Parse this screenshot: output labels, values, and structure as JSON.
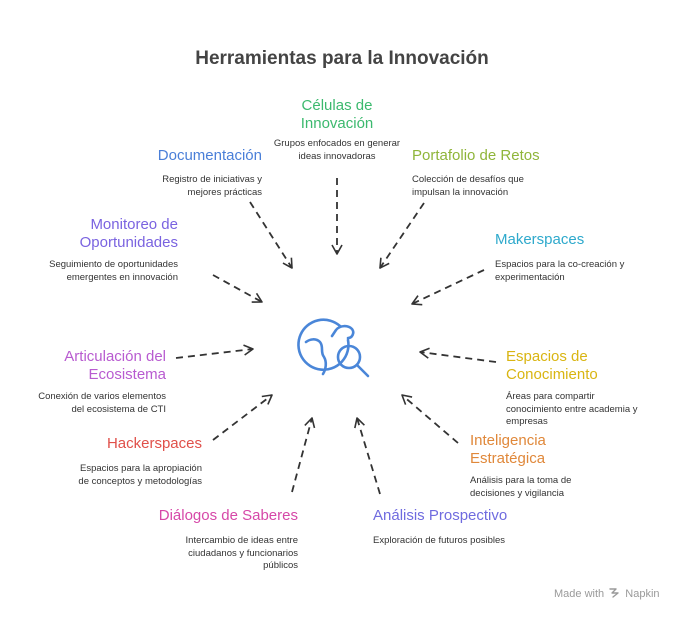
{
  "title": "Herramientas para la Innovación",
  "center_icon": "globe-search-icon",
  "colors": {
    "celulas": "#3CB96E",
    "documentacion": "#4A7FD8",
    "portafolio": "#8FB53A",
    "monitoreo": "#7A63E0",
    "makerspaces": "#2EA9CC",
    "articulacion": "#B85BD0",
    "espacios": "#D9B512",
    "hackerspaces": "#E0504A",
    "inteligencia": "#E0883A",
    "dialogos": "#D648A8",
    "analisis": "#6F6BDF",
    "center": "#4A86D8",
    "arrow": "#333333"
  },
  "nodes": {
    "celulas": {
      "title_lines": [
        "Células de",
        "Innovación"
      ],
      "desc_lines": [
        "Grupos enfocados en generar",
        "ideas innovadoras"
      ]
    },
    "documentacion": {
      "title_lines": [
        "Documentación"
      ],
      "desc_lines": [
        "Registro de iniciativas y",
        "mejores prácticas"
      ]
    },
    "portafolio": {
      "title_lines": [
        "Portafolio de Retos"
      ],
      "desc_lines": [
        "Colección de desafíos que",
        "impulsan la innovación"
      ]
    },
    "monitoreo": {
      "title_lines": [
        "Monitoreo de",
        "Oportunidades"
      ],
      "desc_lines": [
        "Seguimiento de oportunidades",
        "emergentes en innovación"
      ]
    },
    "makerspaces": {
      "title_lines": [
        "Makerspaces"
      ],
      "desc_lines": [
        "Espacios para la co-creación y",
        "experimentación"
      ]
    },
    "articulacion": {
      "title_lines": [
        "Articulación del",
        "Ecosistema"
      ],
      "desc_lines": [
        "Conexión de varios elementos",
        "del ecosistema de CTI"
      ]
    },
    "espacios": {
      "title_lines": [
        "Espacios de",
        "Conocimiento"
      ],
      "desc_lines": [
        "Áreas para compartir",
        "conocimiento entre academia y",
        "empresas"
      ]
    },
    "hackerspaces": {
      "title_lines": [
        "Hackerspaces"
      ],
      "desc_lines": [
        "Espacios para la apropiación",
        "de conceptos y metodologías"
      ]
    },
    "inteligencia": {
      "title_lines": [
        "Inteligencia",
        "Estratégica"
      ],
      "desc_lines": [
        "Análisis para la toma de",
        "decisiones y vigilancia"
      ]
    },
    "dialogos": {
      "title_lines": [
        "Diálogos de Saberes"
      ],
      "desc_lines": [
        "Intercambio de ideas entre",
        "ciudadanos y funcionarios",
        "públicos"
      ]
    },
    "analisis": {
      "title_lines": [
        "Análisis Prospectivo"
      ],
      "desc_lines": [
        "Exploración de futuros posibles"
      ]
    }
  },
  "footer": {
    "made_with": "Made with",
    "brand": "Napkin"
  }
}
